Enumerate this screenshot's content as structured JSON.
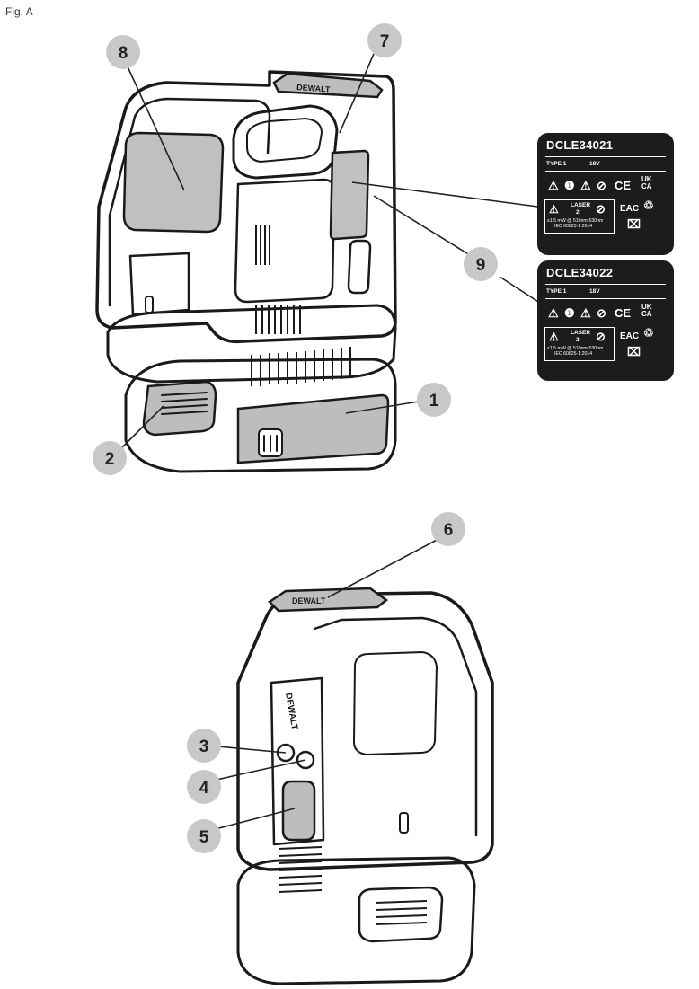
{
  "figure": {
    "label": "Fig. A"
  },
  "callouts": [
    "1",
    "2",
    "3",
    "4",
    "5",
    "6",
    "7",
    "8",
    "9"
  ],
  "brand_mark": "DEWALT",
  "labels": [
    {
      "model": "DCLE34021",
      "type": "TYPE 1",
      "voltage": "18V",
      "marks": {
        "ce": "CE",
        "ukca": "UK CA",
        "eac": "EAC"
      },
      "laser": {
        "title": "LASER",
        "class": "2",
        "spec": "≤1,5 mW @ 510nm-530nm",
        "standard": "IEC 60825-1:2014"
      }
    },
    {
      "model": "DCLE34022",
      "type": "TYPE 1",
      "voltage": "18V",
      "marks": {
        "ce": "CE",
        "ukca": "UK CA",
        "eac": "EAC"
      },
      "laser": {
        "title": "LASER",
        "class": "2",
        "spec": "≤1,5 mW @ 510nm-530nm",
        "standard": "IEC 60825-1:2014"
      }
    }
  ],
  "colors": {
    "callout_fill": "#c8c8c8",
    "label_bg": "#1c1c1c",
    "window_gray": "#c0c0c0",
    "battery_gray": "#bdbdbd"
  }
}
